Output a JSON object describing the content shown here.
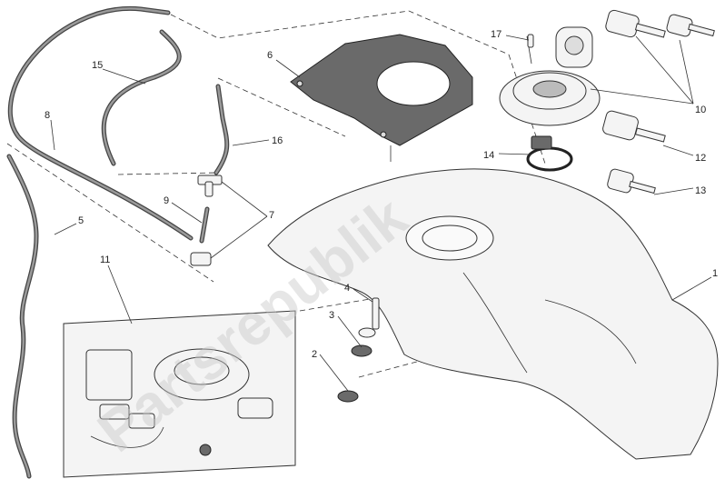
{
  "callouts": {
    "c1": "1",
    "c2": "2",
    "c3": "3",
    "c4": "4",
    "c5": "5",
    "c6": "6",
    "c7": "7",
    "c8": "8",
    "c9": "9",
    "c10": "10",
    "c11": "11",
    "c12": "12",
    "c13": "13",
    "c14": "14",
    "c15": "15",
    "c16": "16",
    "c17": "17"
  },
  "watermark": "Partsrepublik",
  "colors": {
    "line": "#333333",
    "part_fill": "#f4f4f4",
    "dark_part": "#6a6a6a",
    "watermark": "#c8c8c8"
  }
}
